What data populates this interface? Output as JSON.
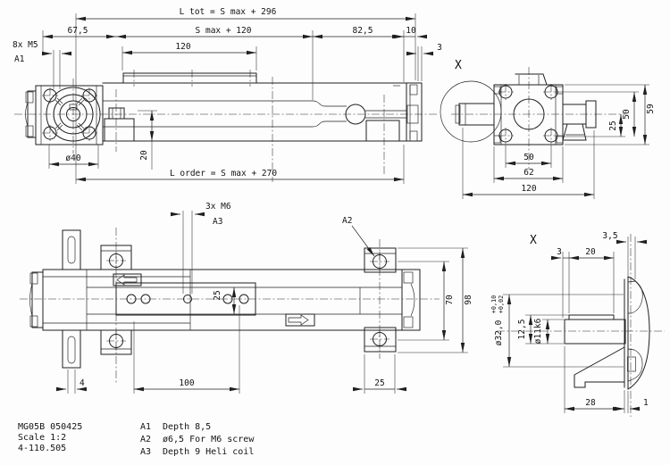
{
  "front_view": {
    "dim_l_tot": "L tot = S max + 296",
    "dim_67_5": "67,5",
    "dim_s_max_120": "S max + 120",
    "dim_82_5": "82,5",
    "dim_10": "10",
    "dim_3": "3",
    "dim_120": "120",
    "label_8x_m5": "8x M5",
    "label_a1": "A1",
    "dim_dia_40": "ø40",
    "dim_20": "20",
    "dim_l_order": "L order = S max + 270"
  },
  "end_view": {
    "label_x": "X",
    "dim_50_bottom": "50",
    "dim_62": "62",
    "dim_120": "120",
    "dim_25": "25",
    "dim_50_right": "50",
    "dim_59": "59"
  },
  "plan_view": {
    "label_3x_m6": "3x M6",
    "label_a3": "A3",
    "label_a2": "A2",
    "dim_25_rod": "25",
    "dim_70": "70",
    "dim_98": "98",
    "dim_4": "4",
    "dim_100": "100",
    "dim_25_block": "25"
  },
  "detail_view": {
    "label_x": "X",
    "dim_3_5": "3,5",
    "dim_3": "3",
    "dim_20": "20",
    "dim_dia_32": "ø32,0",
    "dim_dia_32_tol_upper": "+0,10",
    "dim_dia_32_tol_lower": "+0,02",
    "dim_12_5": "12,5",
    "dim_dia_11": "ø11k6",
    "dim_28": "28",
    "dim_1": "1"
  },
  "title_block": {
    "drawing_code": "MG05B 050425",
    "scale": "Scale 1:2",
    "doc_number": "4-110.505"
  },
  "notes": [
    {
      "ref": "A1",
      "text": "Depth 8,5"
    },
    {
      "ref": "A2",
      "text": "ø6,5 For M6 screw"
    },
    {
      "ref": "A3",
      "text": "Depth 9 Heli coil"
    }
  ]
}
